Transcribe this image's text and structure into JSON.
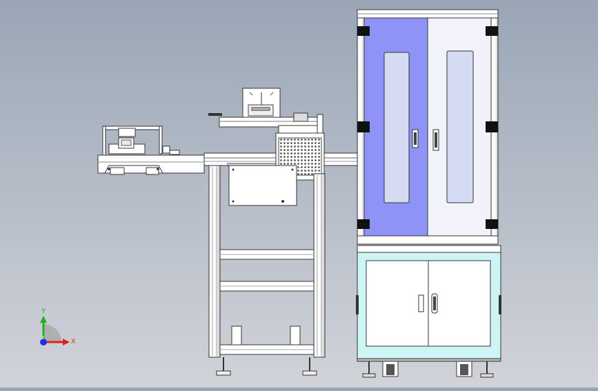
{
  "viewport": {
    "background_top": "#9aa6b6",
    "background_bottom": "#d1d3d9"
  },
  "triad": {
    "x_label": "X",
    "y_label": "Y",
    "z_label": "Z",
    "x_color": "#e02020",
    "y_color": "#20b020",
    "z_color": "#2030e0"
  },
  "model": {
    "upper_door_left_color": "#8f93f7",
    "upper_door_right_color": "#f2f3fa",
    "window_color": "#d6dbf4",
    "base_cabinet_color": "#cdf5f5"
  }
}
